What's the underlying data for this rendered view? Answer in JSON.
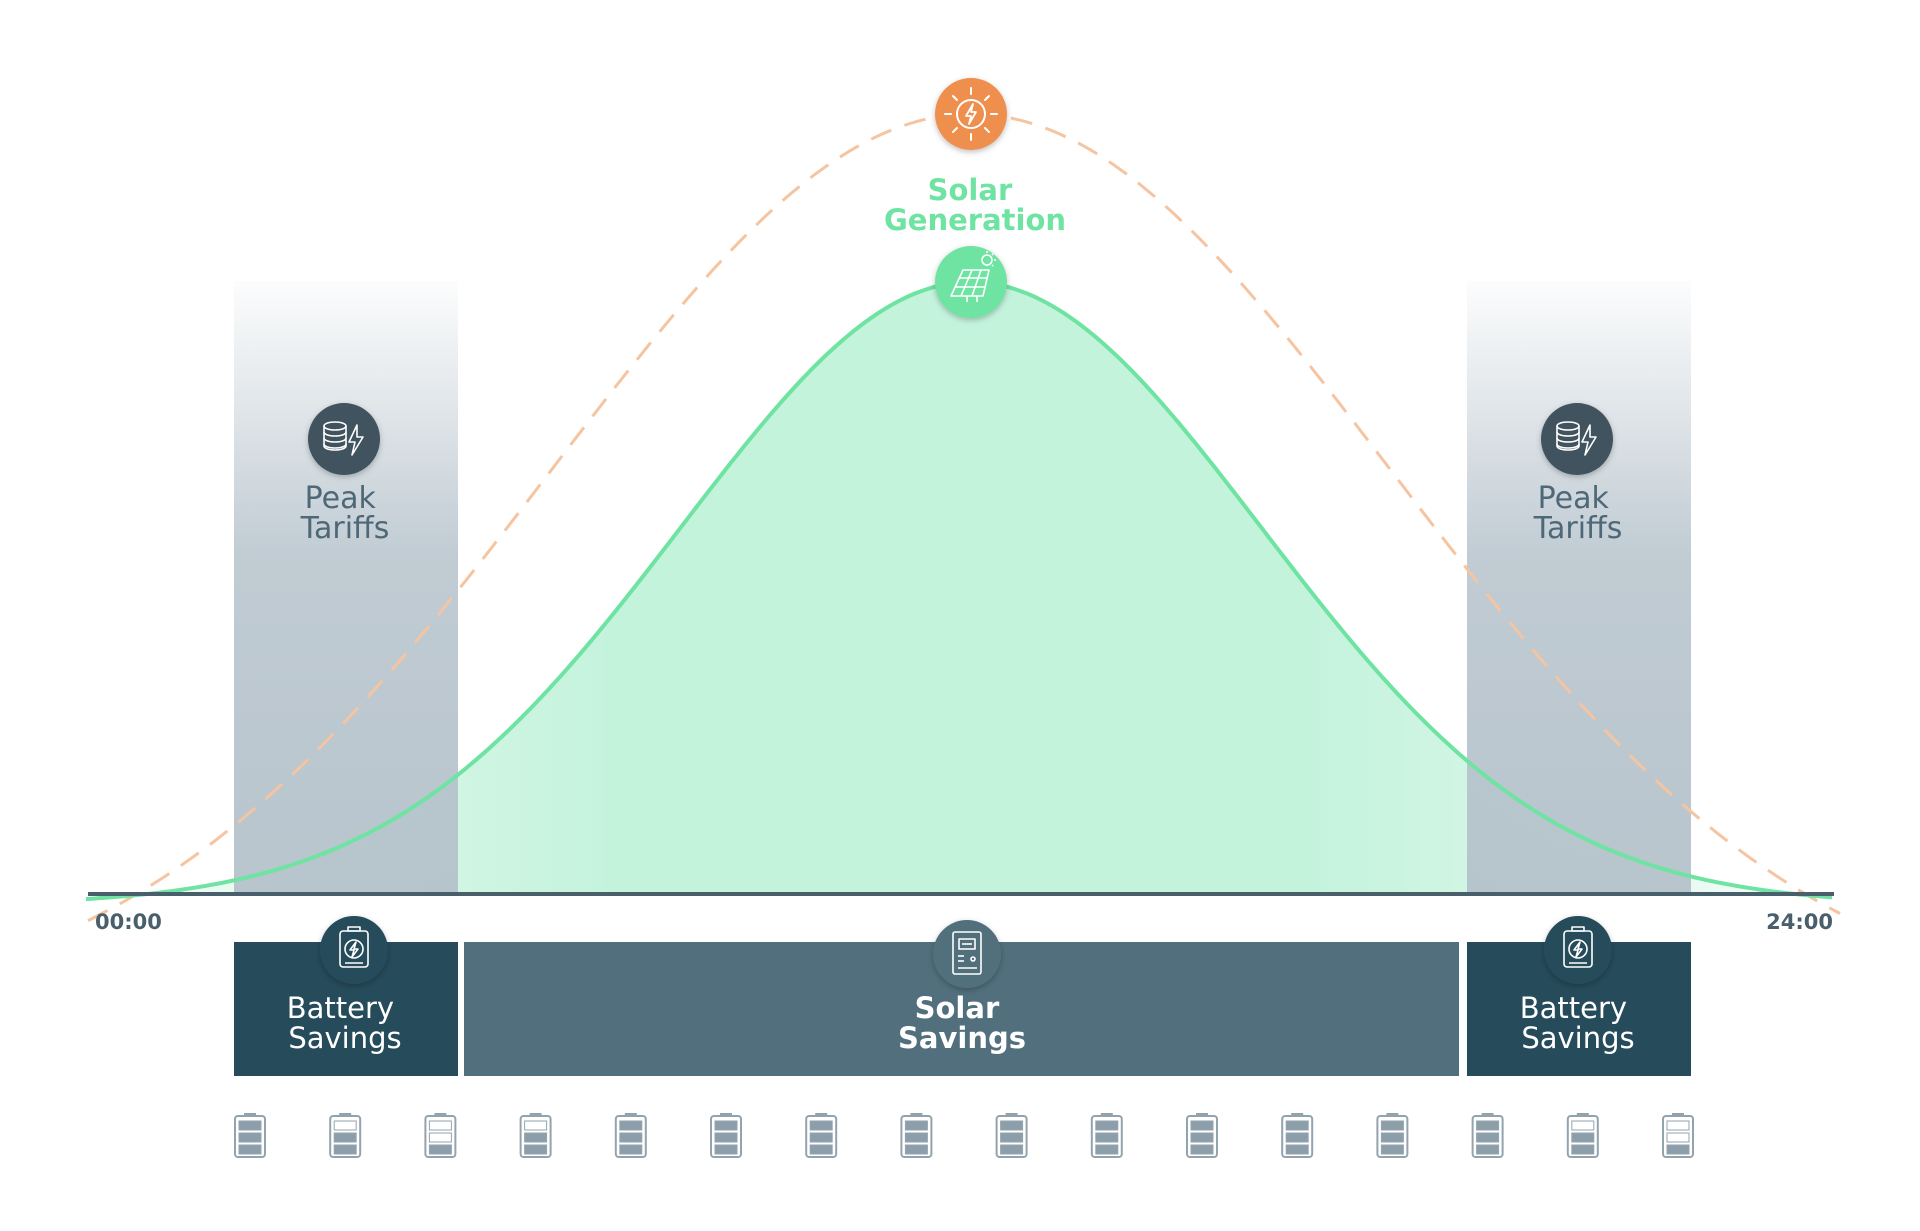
{
  "colors": {
    "background": "#ffffff",
    "solar_curve": "#6ee3a2",
    "solar_fill": "#c4f3dc",
    "sun_dashed": "#f5c4a0",
    "sun_icon_bg": "#ee8f4e",
    "peak_band": "#b5c2cb",
    "icon_dark": "#40535e",
    "peak_text": "#4f6877",
    "axis": "#4a5f6c",
    "battery_savings_bar": "#264b5a",
    "solar_savings_bar": "#516f7c",
    "bar_text": "#ffffff",
    "battery_outline": "#93a3ae",
    "battery_full_fill": "#8c9ea9",
    "battery_partial_fill": "#c9d2d8"
  },
  "sun": {
    "icon": "sun-bolt-icon"
  },
  "solar_generation": {
    "label_line1": "Solar",
    "label_line2": "Generation",
    "icon": "solar-panel-icon"
  },
  "peak_tariffs": [
    {
      "label_line1": "Peak",
      "label_line2": "Tariffs",
      "icon": "coins-bolt-icon"
    },
    {
      "label_line1": "Peak",
      "label_line2": "Tariffs",
      "icon": "coins-bolt-icon"
    }
  ],
  "axis": {
    "start_label": "00:00",
    "end_label": "24:00"
  },
  "savings": [
    {
      "label_line1": "Battery",
      "label_line2": "Savings",
      "icon": "battery-bolt-icon"
    },
    {
      "label_line1": "Solar",
      "label_line2": "Savings",
      "icon": "inverter-icon"
    },
    {
      "label_line1": "Battery",
      "label_line2": "Savings",
      "icon": "battery-bolt-icon"
    }
  ],
  "battery_levels": [
    3,
    2,
    1,
    2,
    3,
    3,
    3,
    3,
    3,
    3,
    3,
    3,
    3,
    3,
    2,
    1
  ]
}
